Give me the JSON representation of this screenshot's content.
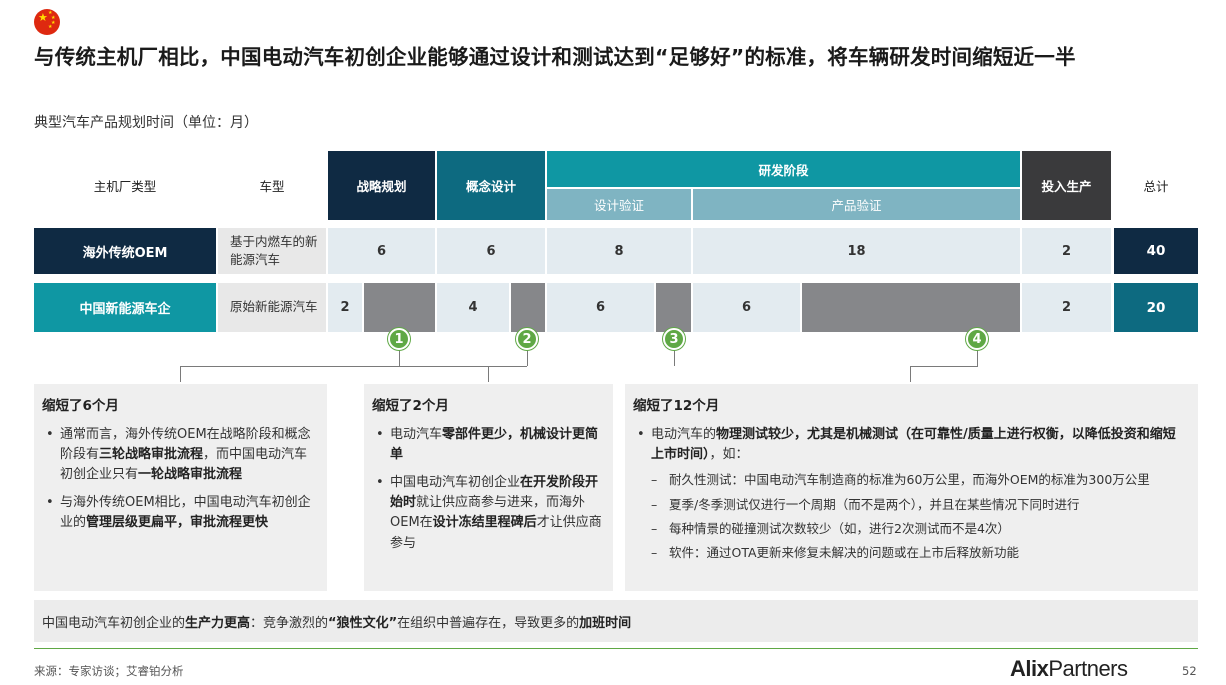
{
  "page": {
    "title": "与传统主机厂相比，中国电动汽车初创企业能够通过设计和测试达到“足够好”的标准，将车辆研发时间缩短近一半",
    "subtitle": "典型汽车产品规划时间（单位：月）",
    "flag_icon": "china-flag-icon"
  },
  "table": {
    "headers": {
      "oem_type": "主机厂类型",
      "car_type": "车型",
      "strategy": "战略规划",
      "concept": "概念设计",
      "rd": "研发阶段",
      "design_validation": "设计验证",
      "product_validation": "产品验证",
      "production": "投入生产",
      "total": "总计"
    },
    "rows": [
      {
        "label": "海外传统OEM",
        "car_type": "基于内燃车的新能源汽车",
        "strategy": "6",
        "concept": "6",
        "design_validation": "8",
        "product_validation": "18",
        "production": "2",
        "total": "40"
      },
      {
        "label": "中国新能源车企",
        "car_type": "原始新能源汽车",
        "strategy": "2",
        "concept": "4",
        "design_validation": "6",
        "product_validation": "6",
        "production": "2",
        "total": "20"
      }
    ],
    "markers": [
      "1",
      "2",
      "3",
      "4"
    ]
  },
  "boxes": [
    {
      "head": "缩短了6个月",
      "b1_t1": "通常而言，海外传统OEM在战略阶段和概念阶段有",
      "b1_b1": "三轮战略审批流程",
      "b1_t2": "，而中国电动汽车初创企业只有",
      "b1_b2": "一轮战略审批流程",
      "b2_t1": "与海外传统OEM相比，中国电动汽车初创企业的",
      "b2_b1": "管理层级更扁平，审批流程更快"
    },
    {
      "head": "缩短了2个月",
      "b1_t1": "电动汽车",
      "b1_b1": "零部件更少，机械设计更简单",
      "b2_t1": "中国电动汽车初创企业",
      "b2_b1": "在开发阶段开始时",
      "b2_t2": "就让供应商参与进来，而海外OEM在",
      "b2_b2": "设计冻结里程碑后",
      "b2_t3": "才让供应商参与"
    },
    {
      "head": "缩短了12个月",
      "b1_t1": "电动汽车的",
      "b1_b1": "物理测试较少，尤其是机械测试（在可靠性/质量上进行权衡，以降低投资和缩短上市时间）",
      "b1_t2": "，如：",
      "subs": [
        "耐久性测试：中国电动汽车制造商的标准为60万公里，而海外OEM的标准为300万公里",
        "夏季/冬季测试仅进行一个周期（而不是两个），并且在某些情况下同时进行",
        "每种情景的碰撞测试次数较少（如，进行2次测试而不是4次）",
        "软件：通过OTA更新来修复未解决的问题或在上市后释放新功能"
      ]
    }
  ],
  "banner": {
    "t1": "中国电动汽车初创企业的",
    "b1": "生产力更高",
    "t2": "：竞争激烈的",
    "b2": "“狼性文化”",
    "t3": "在组织中普遍存在，导致更多的",
    "b3": "加班时间"
  },
  "footer": {
    "source": "来源：专家访谈；艾睿铂分析",
    "logo_bold": "Alix",
    "logo_rest": "Partners",
    "page_number": "52"
  },
  "colors": {
    "navy": "#0f2a43",
    "teal_dark": "#0d6a80",
    "teal": "#0f97a3",
    "teal_light": "#7fb4c2",
    "charcoal": "#3a3a3c",
    "grey_bar": "#86878a",
    "light_cell": "#e3ebf0",
    "green_marker": "#5fa845"
  }
}
